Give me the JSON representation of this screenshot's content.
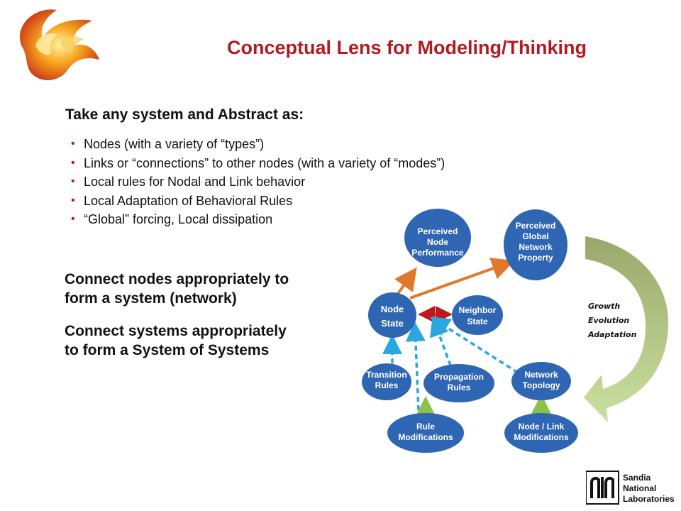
{
  "title": "Conceptual Lens for Modeling/Thinking",
  "heading": "Take any system and Abstract as:",
  "bullets": [
    "Nodes (with a variety of “types”)",
    "Links or “connections” to other nodes (with a variety of “modes”)",
    "Local rules for Nodal and Link behavior",
    "Local Adaptation of Behavioral Rules",
    "“Global” forcing, Local dissipation"
  ],
  "paragraphs": [
    [
      "Connect nodes appropriately to",
      "form a system (network)"
    ],
    [
      "Connect systems appropriately",
      "to form a System of Systems"
    ]
  ],
  "diagram": {
    "nodes": {
      "perceived_node_performance": [
        "Perceived",
        "Node",
        "Performance"
      ],
      "perceived_global_network_property": [
        "Perceived",
        "Global",
        "Network",
        "Property"
      ],
      "node_state": [
        "Node",
        "State"
      ],
      "neighbor_state": [
        "Neighbor",
        "State"
      ],
      "transition_rules": [
        "Transition",
        "Rules"
      ],
      "propagation_rules": [
        "Propagation",
        "Rules"
      ],
      "network_topology": [
        "Network",
        "Topology"
      ],
      "rule_modifications": [
        "Rule",
        "Modifications"
      ],
      "node_link_modifications": [
        "Node / Link",
        "Modifications"
      ]
    },
    "cycle_labels": [
      "Growth",
      "Evolution",
      "Adaptation"
    ],
    "colors": {
      "node_fill": "#2f66b3",
      "orange_arrow": "#e2792a",
      "red_arrow": "#c0171d",
      "dashed_arrow": "#2aa7e0",
      "green_arrow": "#8cc14a",
      "cycle_top": "#99a86a",
      "cycle_bottom": "#cbe0a0"
    }
  },
  "footer_logo": [
    "Sandia",
    "National",
    "Laboratories"
  ]
}
